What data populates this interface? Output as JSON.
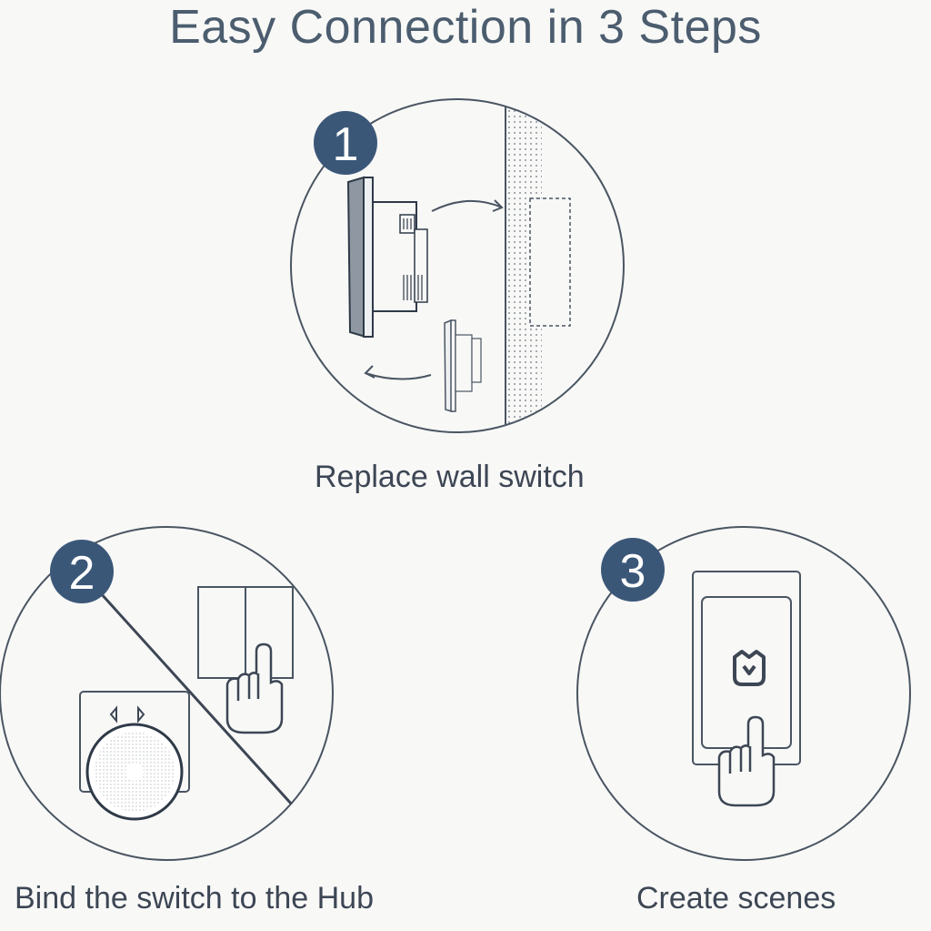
{
  "title": "Easy Connection in 3 Steps",
  "steps": [
    {
      "number": "1",
      "caption": "Replace wall switch"
    },
    {
      "number": "2",
      "caption": "Bind the switch to the Hub"
    },
    {
      "number": "3",
      "caption": "Create scenes"
    }
  ],
  "colors": {
    "badge": "#3b5778",
    "line": "#4a5562",
    "text": "#3d4654",
    "background": "#f8f8f7"
  },
  "icons": [
    "wall-switch-icon",
    "wall-icon",
    "arrow-icon",
    "socket-icon",
    "hub-icon",
    "hand-icon",
    "phone-icon",
    "mi-home-logo-icon"
  ]
}
